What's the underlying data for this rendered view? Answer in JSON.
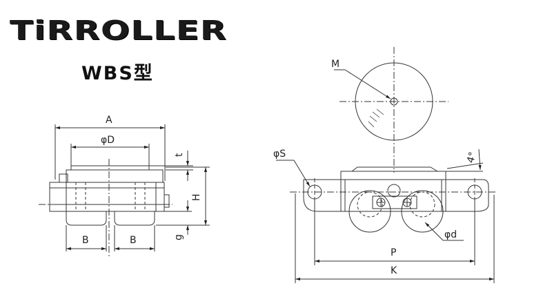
{
  "brand": {
    "logo_text": "TiRROLLER"
  },
  "model": {
    "label": "WBS型"
  },
  "dimensions": {
    "A": "A",
    "D": "φD",
    "t": "t",
    "H": "H",
    "g": "g",
    "B1": "B",
    "B2": "B",
    "M": "M",
    "S": "φS",
    "angle": "4°",
    "d": "φd",
    "P": "P",
    "K": "K"
  }
}
